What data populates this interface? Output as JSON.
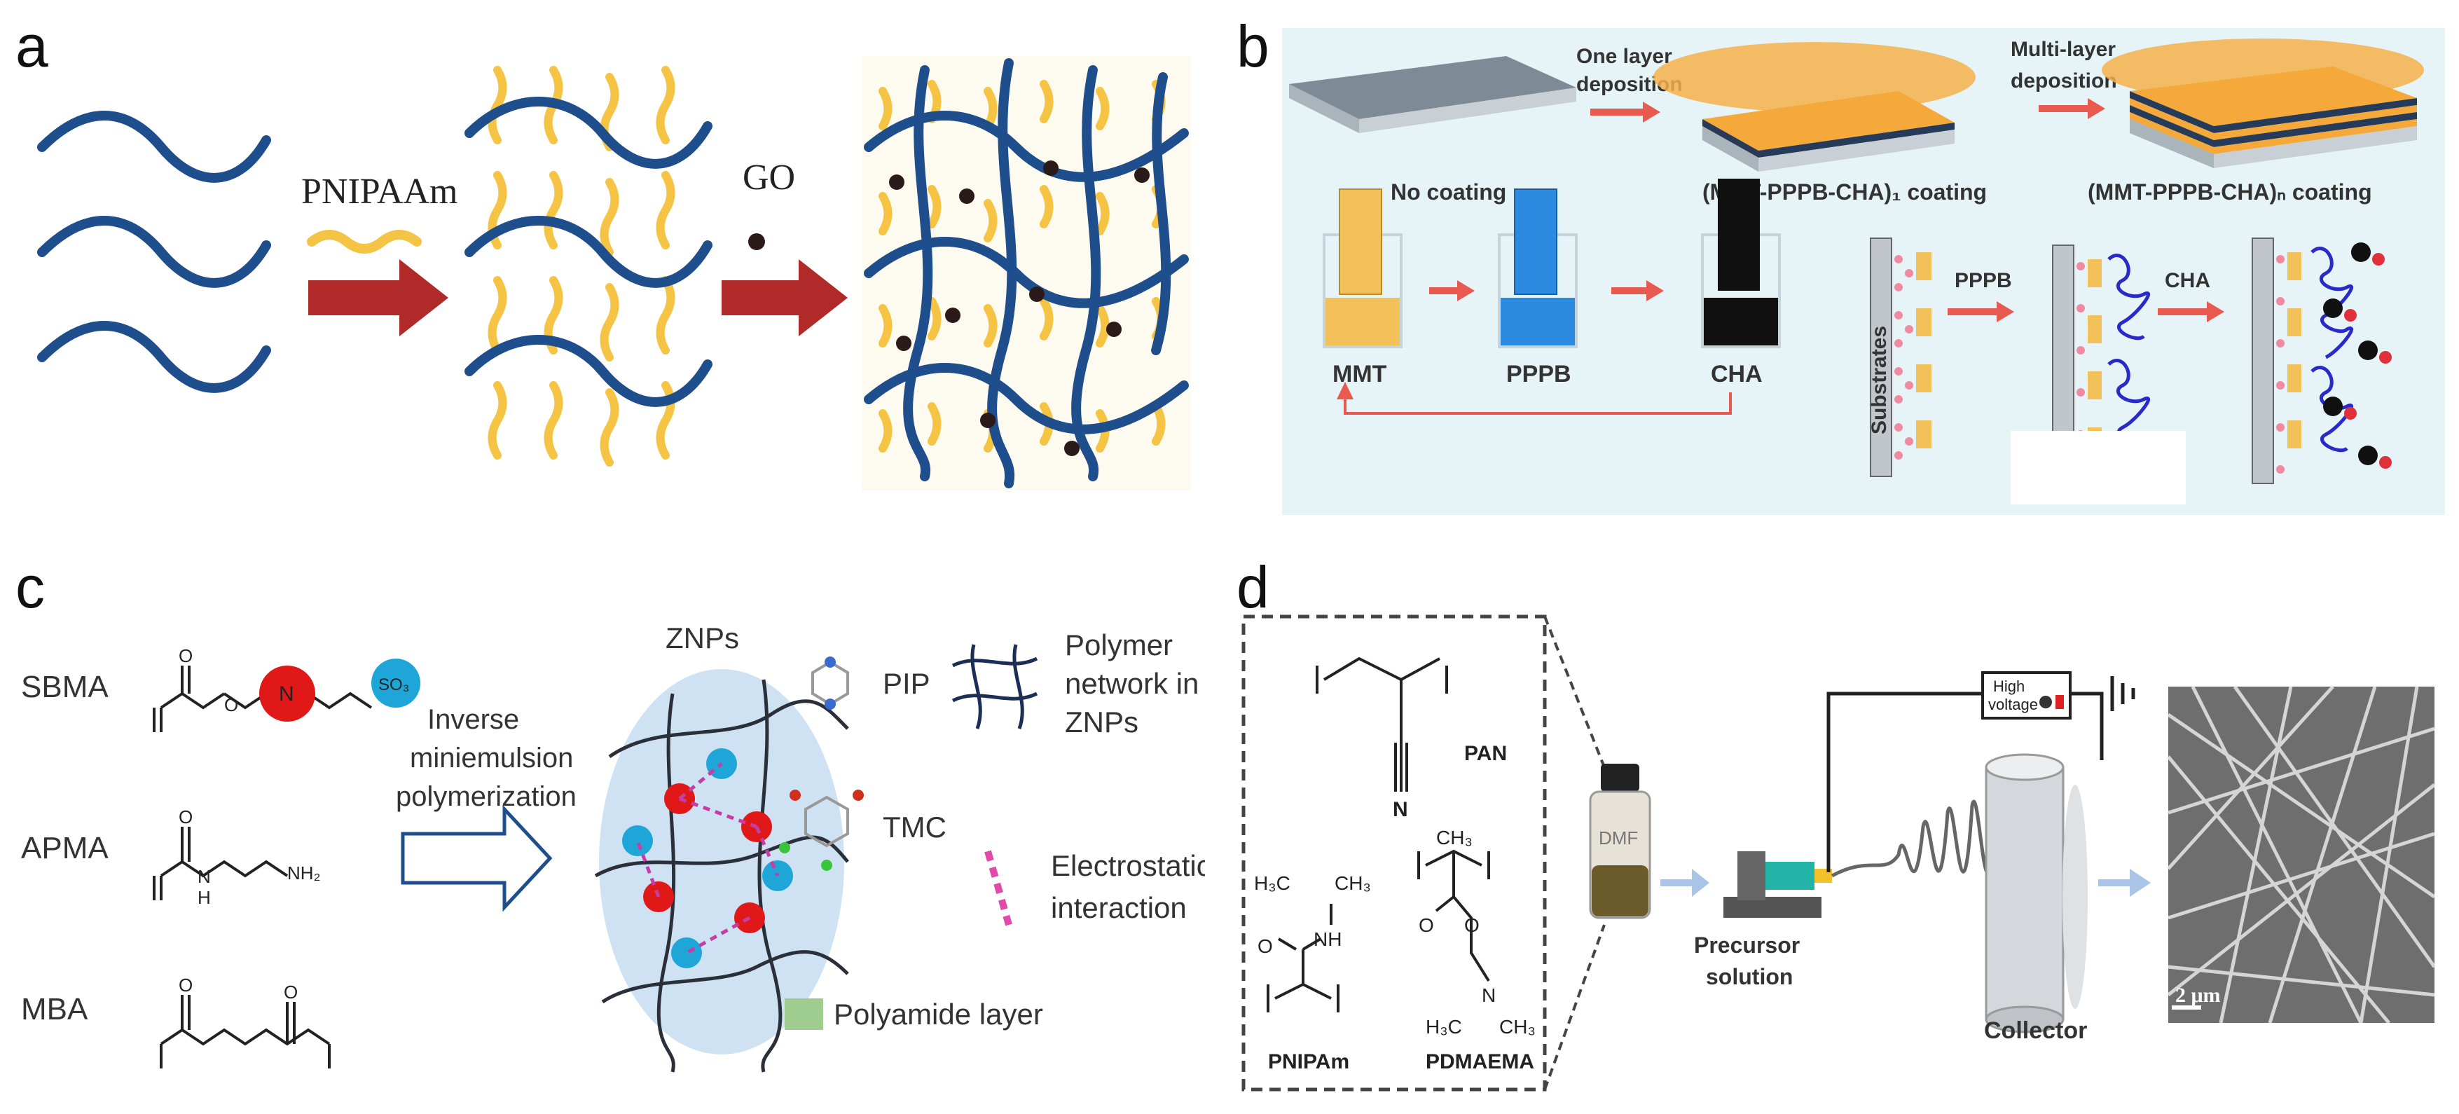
{
  "panels": {
    "a": {
      "label": "a",
      "step1": "PNIPAAm",
      "step2": "GO"
    },
    "b": {
      "label": "b",
      "top_arrow1": [
        "One layer",
        "deposition"
      ],
      "top_arrow2": [
        "Multi-layer",
        "deposition"
      ],
      "caption_no": "No coating",
      "caption_one": "(MMT-PPPB-CHA)₁ coating",
      "caption_n": "(MMT-PPPB-CHA)ₙ coating",
      "beakers": [
        "MMT",
        "PPPB",
        "CHA"
      ],
      "substrate": "Substrates",
      "arrow_pppb": "PPPB",
      "arrow_cha": "CHA"
    },
    "c": {
      "label": "c",
      "monomers": [
        "SBMA",
        "APMA",
        "MBA"
      ],
      "process": [
        "Inverse",
        "miniemulsion",
        "polymerization"
      ],
      "znps": "ZNPs",
      "legend": {
        "pip": "PIP",
        "tmc": "TMC",
        "network": [
          "Polymer",
          "network in",
          "ZNPs"
        ],
        "electrostatic": [
          "Electrostatic",
          "interaction"
        ],
        "polyamide": "Polyamide layer"
      },
      "chem": {
        "so3": "SO₃",
        "o": "O",
        "n": "N",
        "nh2": "NH₂",
        "h": "H"
      }
    },
    "d": {
      "label": "d",
      "polymers": [
        "PAN",
        "PNIPAm",
        "PDMAEMA"
      ],
      "chem": {
        "n": "N",
        "nh": "NH",
        "o": "O",
        "h3c_ch3": [
          "H₃C",
          "CH₃"
        ],
        "ch3": "CH₃"
      },
      "vial": "DMF",
      "precursor": [
        "Precursor",
        "solution"
      ],
      "hv": [
        "High",
        "voltage"
      ],
      "collector": "Collector",
      "scale": "2 μm"
    }
  },
  "colors": {
    "chain_blue": "#1f4e8c",
    "pnipaam_yellow": "#f6c445",
    "arrow_red": "#b02a2a",
    "b_background": "#e6f4f8",
    "mmt": "#f2c15a",
    "pppb": "#2a8be0",
    "cha": "#111111"
  }
}
